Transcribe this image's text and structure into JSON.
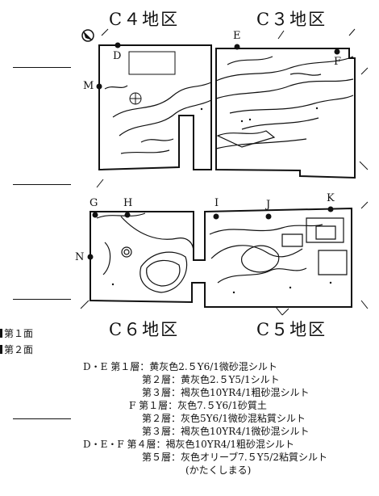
{
  "districts": {
    "c4": "C４地区",
    "c3": "C３地区",
    "c6": "C６地区",
    "c5": "C５地区"
  },
  "markers": {
    "D": "D",
    "E": "E",
    "F": "F",
    "M": "M",
    "G": "G",
    "H": "H",
    "I": "I",
    "J": "J",
    "K": "K",
    "N": "N"
  },
  "legend": {
    "layer1": "第１面",
    "layer2": "第２面"
  },
  "descriptions": [
    "D・E 第１層：黄灰色2.５Y6/1微砂混シルト",
    "第２層：黄灰色2.５Y5/1シルト",
    "第３層：褐灰色10YR4/1粗砂混シルト",
    "F 第１層：灰色7.５Y6/1砂質土",
    "第２層：灰色5Y6/1微砂混粘質シルト",
    "第３層：褐灰色10YR4/1微砂混シルト",
    "D・E・F 第４層：褐灰色10YR4/1粗砂混シルト",
    "第５層：灰色オリーブ7.５Y5/2粘質シルト",
    "(かたくしまる)"
  ]
}
